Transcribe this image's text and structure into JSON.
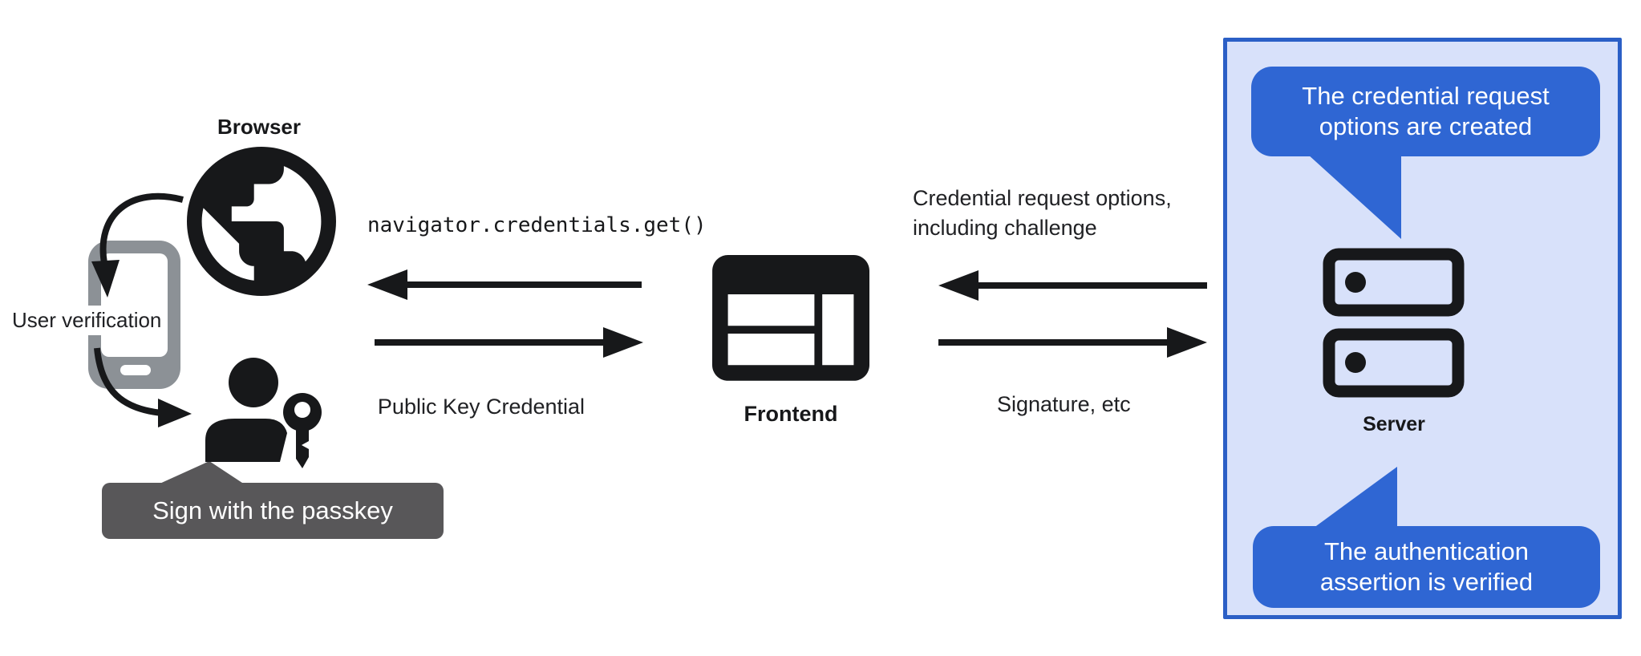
{
  "colors": {
    "bubble_blue": "#2f66d3",
    "panel_fill": "#d8e1fa",
    "panel_border": "#2b5fc6",
    "tooltip_gray": "#585759",
    "phone_gray": "#8c9196",
    "ink": "#17181a",
    "text": "#202124",
    "white": "#ffffff"
  },
  "icons": {
    "browser": "globe-icon",
    "user_device": "smartphone-icon",
    "user": "person-with-passkey-icon",
    "frontend": "browser-window-icon",
    "server": "server-rack-icon"
  },
  "nodes": {
    "browser": {
      "label": "Browser"
    },
    "frontend": {
      "label": "Frontend"
    },
    "server": {
      "label": "Server"
    }
  },
  "left_flow": {
    "user_verification": "User verification",
    "sign_tooltip": "Sign with the passkey",
    "api_call": "navigator.credentials.get()",
    "return_value": "Public Key Credential"
  },
  "right_flow": {
    "request_line1": "Credential request options,",
    "request_line2": "including challenge",
    "response": "Signature, etc"
  },
  "server_notes": {
    "top_line1": "The credential request",
    "top_line2": "options are created",
    "bottom_line1": "The authentication",
    "bottom_line2": "assertion is verified"
  }
}
